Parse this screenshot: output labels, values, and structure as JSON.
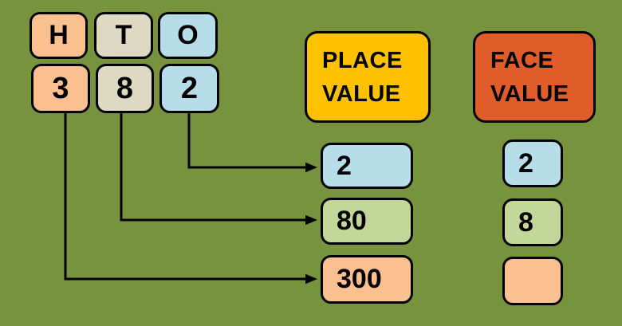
{
  "palette": {
    "bg": "#77933E",
    "peach": "#FAC090",
    "tan": "#DDD9C3",
    "blue": "#B6DDE8",
    "green": "#C4D79B",
    "gold": "#FDC100",
    "orange": "#DE5D2B",
    "outline": "#000000"
  },
  "columns": [
    {
      "letter": "H",
      "digit": "3"
    },
    {
      "letter": "T",
      "digit": "8"
    },
    {
      "letter": "O",
      "digit": "2"
    }
  ],
  "headers": {
    "place_value": {
      "line1": "PLACE",
      "line2": "VALUE"
    },
    "face_value": {
      "line1": "FACE",
      "line2": "VALUE"
    }
  },
  "place_values": [
    "2",
    "80",
    "300"
  ],
  "face_values": [
    "2",
    "8",
    ""
  ]
}
